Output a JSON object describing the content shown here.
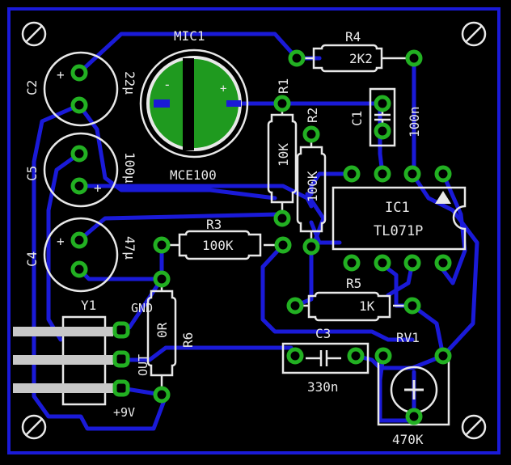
{
  "colors": {
    "background": "#000000",
    "trace": "#1a1ad8",
    "pad": "#22b022",
    "silk": "#e8e8e8",
    "cap_green": "#1f9a1f"
  },
  "components": {
    "mic": {
      "ref": "MIC1",
      "value": "MCE100",
      "minus": "-",
      "plus": "+"
    },
    "c2": {
      "ref": "C2",
      "value": "22µ",
      "plus": "+"
    },
    "c5": {
      "ref": "C5",
      "value": "100µ",
      "plus": "+"
    },
    "c4": {
      "ref": "C4",
      "value": "47µ",
      "plus": "+"
    },
    "r1": {
      "ref": "R1",
      "value": "10K"
    },
    "r2": {
      "ref": "R2",
      "value": "100K"
    },
    "r3": {
      "ref": "R3",
      "value": "100K"
    },
    "r4": {
      "ref": "R4",
      "value": "2K2"
    },
    "r5": {
      "ref": "R5",
      "value": "1K"
    },
    "r6": {
      "ref": "R6",
      "value": "0R"
    },
    "c1": {
      "ref": "C1",
      "value": "100n"
    },
    "c3": {
      "ref": "C3",
      "value": "330n"
    },
    "ic1": {
      "ref": "IC1",
      "value": "TL071P"
    },
    "rv1": {
      "ref": "RV1",
      "value": "470K"
    },
    "y1": {
      "ref": "Y1",
      "gnd": "GND",
      "out": "OUT",
      "supply": "+9V"
    }
  }
}
